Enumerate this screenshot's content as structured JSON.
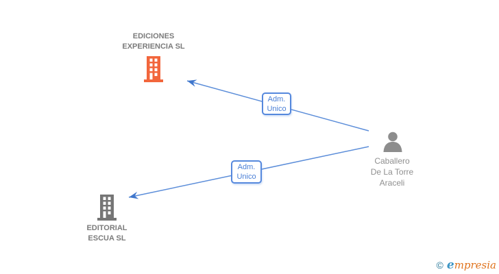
{
  "diagram": {
    "company_top": {
      "label_lines": [
        "EDICIONES",
        "EXPERIENCIA SL"
      ],
      "icon": "building-icon",
      "icon_color": "#f2663c"
    },
    "company_bottom": {
      "label_lines": [
        "EDITORIAL",
        "ESCUA SL"
      ],
      "icon": "building-icon",
      "icon_color": "#757575"
    },
    "person": {
      "label_lines": [
        "Caballero",
        "De La Torre",
        "Araceli"
      ],
      "icon": "person-icon",
      "icon_color": "#8d8d8d"
    },
    "relationships": [
      {
        "label_lines": [
          "Adm.",
          "Unico"
        ],
        "from": "person",
        "to": "company_top"
      },
      {
        "label_lines": [
          "Adm.",
          "Unico"
        ],
        "from": "person",
        "to": "company_bottom"
      }
    ]
  },
  "branding": {
    "copyright_symbol": "©",
    "wordmark_initial": "e",
    "wordmark_rest": "mpresia"
  },
  "colors": {
    "connector": "#5b8dd9",
    "arrowhead": "#3f76cc",
    "relationship_box_border": "#5588dd",
    "relationship_text": "#4a7fd6",
    "entity_label_gray": "#7b7b7b",
    "person_label_gray": "#8f8f8f",
    "building_top_orange": "#f2663c",
    "building_bottom_gray": "#757575",
    "person_icon_gray": "#8d8d8d",
    "logo_copyright": "#2d7a9b",
    "logo_initial": "#3d95c4",
    "logo_rest": "#e0731d"
  }
}
